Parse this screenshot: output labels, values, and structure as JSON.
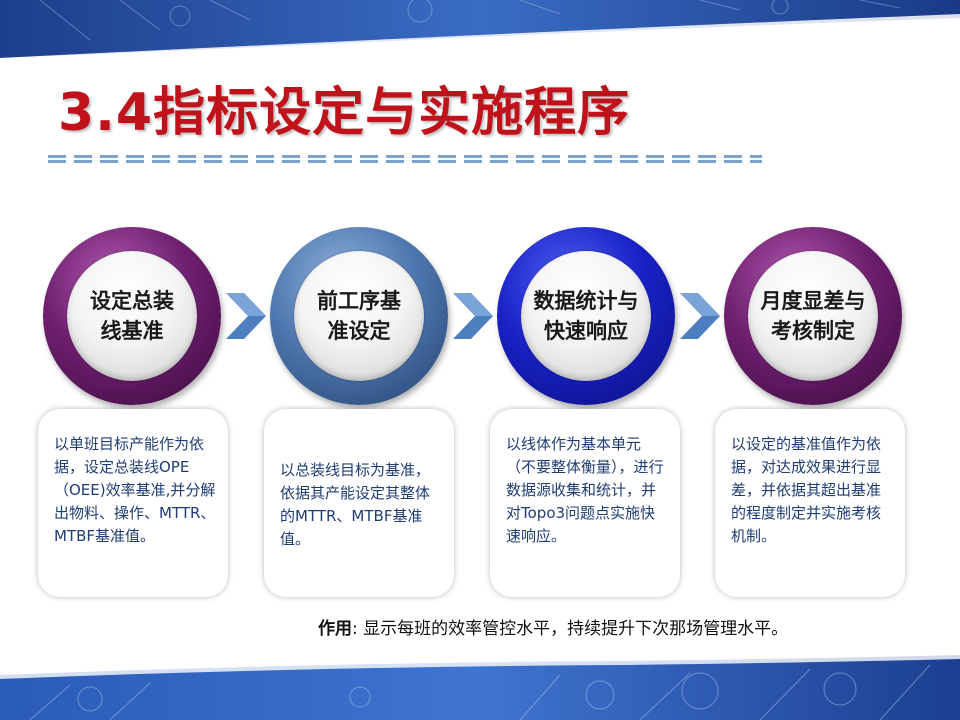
{
  "slide": {
    "title": "3.4指标设定与实施程序"
  },
  "steps": [
    {
      "line1": "设定总装",
      "line2": "线基准",
      "description": "以单班目标产能作为依据，设定总装线OPE（OEE)效率基准,并分解出物料、操作、MTTR、MTBF基准值。"
    },
    {
      "line1": "前工序基",
      "line2": "准设定",
      "description": "以总装线目标为基准，依据其产能设定其整体的MTTR、MTBF基准值。"
    },
    {
      "line1": "数据统计与",
      "line2": "快速响应",
      "description": "以线体作为基本单元（不要整体衡量），进行数据源收集和统计，并对Topo3问题点实施快速响应。"
    },
    {
      "line1": "月度显差与",
      "line2": "考核制定",
      "description": "以设定的基准值作为依据，对达成效果进行显差，并依据其超出基准的程度制定并实施考核机制。"
    }
  ],
  "footer": {
    "label": "作用",
    "separator": ":",
    "text": "显示每班的效率管控水平，持续提升下次那场管理水平。"
  },
  "colors": {
    "title": "#c0121b",
    "card_text": "#1f3d73",
    "ring_purple": "#6f1f70",
    "ring_steel": "#4f78b0",
    "ring_blue": "#1a22c8",
    "chevron": "#4d7fc0"
  },
  "icons": [
    "chevron-right-icon"
  ]
}
